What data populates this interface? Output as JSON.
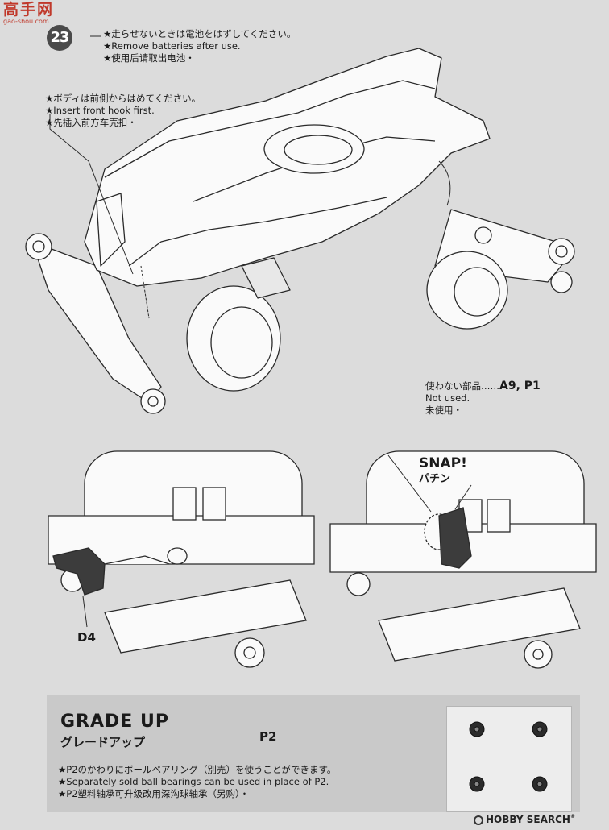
{
  "watermark": {
    "chinese": "高手网",
    "url": "gao-shou.com"
  },
  "step": {
    "number": "23"
  },
  "remove_batteries_note": [
    "★走らせないときは電池をはずしてください。",
    "★Remove batteries after use.",
    "★使用后请取出电池・"
  ],
  "front_hook_note": [
    "★ボディは前側からはめてください。",
    "★Insert front hook first.",
    "★先插入前方车壳扣・"
  ],
  "unused_parts": {
    "jp": "使わない部品‥‥‥",
    "parts": "A9, P1",
    "en": "Not used.",
    "cn": "未使用・"
  },
  "labels": {
    "d4": "D4",
    "snap": "SNAP!",
    "snap_jp": "パチン"
  },
  "grade_up": {
    "title": "GRADE UP",
    "subtitle": "グレードアップ",
    "part": "P2",
    "notes": [
      "★P2のかわりにボールベアリング（別売）を使うことができます。",
      "★Separately sold ball bearings can be used in place of P2.",
      "★P2塑料轴承可升级改用深沟球轴承（另购）・"
    ]
  },
  "footer_logo": {
    "name": "HOBBY SEARCH",
    "reg": "®"
  },
  "colors": {
    "page": "#dcdcdc",
    "ink": "#1a1a1a",
    "grade_box": "#c9c9c9",
    "part_fill": "#3c3c3c",
    "watermark": "#c0392b"
  }
}
